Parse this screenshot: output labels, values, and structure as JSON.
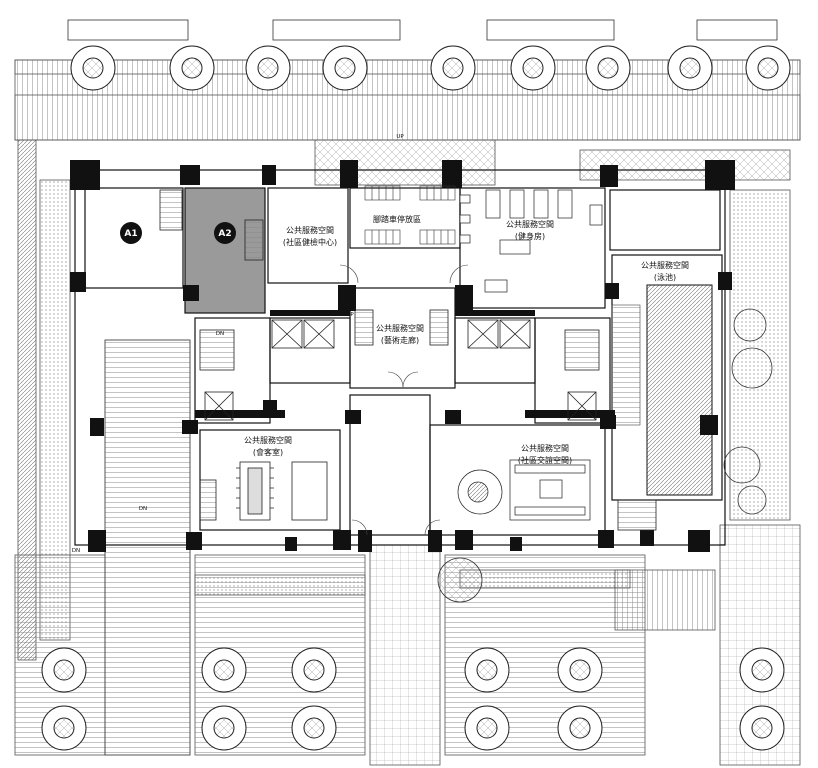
{
  "plan": {
    "units": [
      {
        "key": "a1",
        "label": "A1"
      },
      {
        "key": "a2",
        "label": "A2"
      }
    ],
    "rooms": {
      "community_health": {
        "line1": "公共服務空間",
        "line2": "(社區健檢中心)"
      },
      "bike_parking": {
        "line1": "腳踏車停放區"
      },
      "gym": {
        "line1": "公共服務空間",
        "line2": "(健身房)"
      },
      "pool": {
        "line1": "公共服務空間",
        "line2": "(泳池)"
      },
      "art_gallery": {
        "line1": "公共服務空間",
        "line2": "(藝術走廊)"
      },
      "meeting_room": {
        "line1": "公共服務空間",
        "line2": "(會客室)"
      },
      "community_exchange": {
        "line1": "公共服務空間",
        "line2": "(社區交誼空間)"
      }
    },
    "marks": {
      "up": "UP",
      "dn": "DN",
      "road_up": "UP",
      "parking_dn": "DN",
      "ramp_dn": "DN"
    },
    "colors": {
      "wall": "#111111",
      "line": "#333333",
      "hatch": "#777777",
      "unit_a2_fill": "#9a9a9a",
      "paper": "#ffffff"
    }
  }
}
